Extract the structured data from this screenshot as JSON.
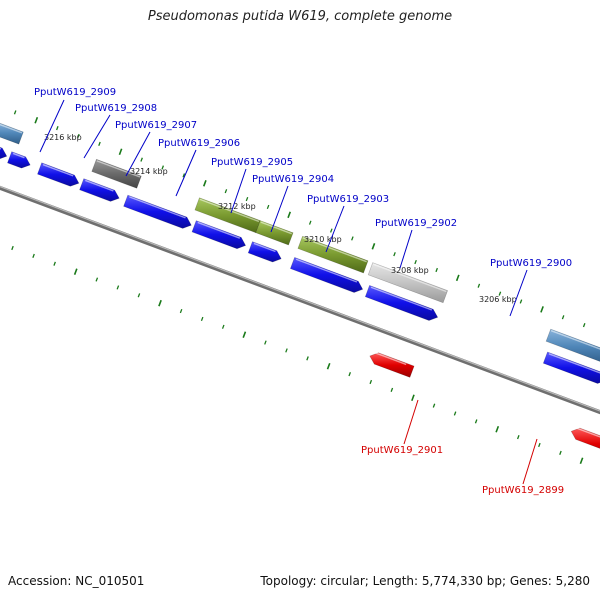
{
  "title": "Pseudomonas putida W619, complete genome",
  "footer": {
    "accession": "Accession: NC_010501",
    "summary": "Topology: circular; Length: 5,774,330 bp; Genes: 5,280"
  },
  "colors": {
    "forward": "#1010e8",
    "reverse": "#e00000",
    "label_forward": "#0000c8",
    "label_reverse": "#d40000",
    "tick": "#1a7a1a",
    "backbone": "#808080",
    "gene_grey": "#bdbdbd",
    "gene_dark": "#6a6a6a",
    "gene_steel": "#4f86b8",
    "gene_olive": "#7a9a30"
  },
  "scale": {
    "labels": [
      "3216 kbp",
      "3214 kbp",
      "3212 kbp",
      "3210 kbp",
      "3208 kbp",
      "3206 kbp"
    ]
  },
  "genes": [
    {
      "name": "PputW619_2909",
      "color": "steel"
    },
    {
      "name": "PputW619_2908",
      "color": "grey"
    },
    {
      "name": "PputW619_2907",
      "color": "dark"
    },
    {
      "name": "PputW619_2906",
      "color": "olive"
    },
    {
      "name": "PputW619_2905",
      "color": "olive"
    },
    {
      "name": "PputW619_2904",
      "color": "olive"
    },
    {
      "name": "PputW619_2903",
      "color": "grey"
    },
    {
      "name": "PputW619_2902",
      "color": "grey"
    },
    {
      "name": "PputW619_2901",
      "color": "red"
    },
    {
      "name": "PputW619_2900",
      "color": "steel"
    },
    {
      "name": "PputW619_2899",
      "color": "red"
    }
  ]
}
